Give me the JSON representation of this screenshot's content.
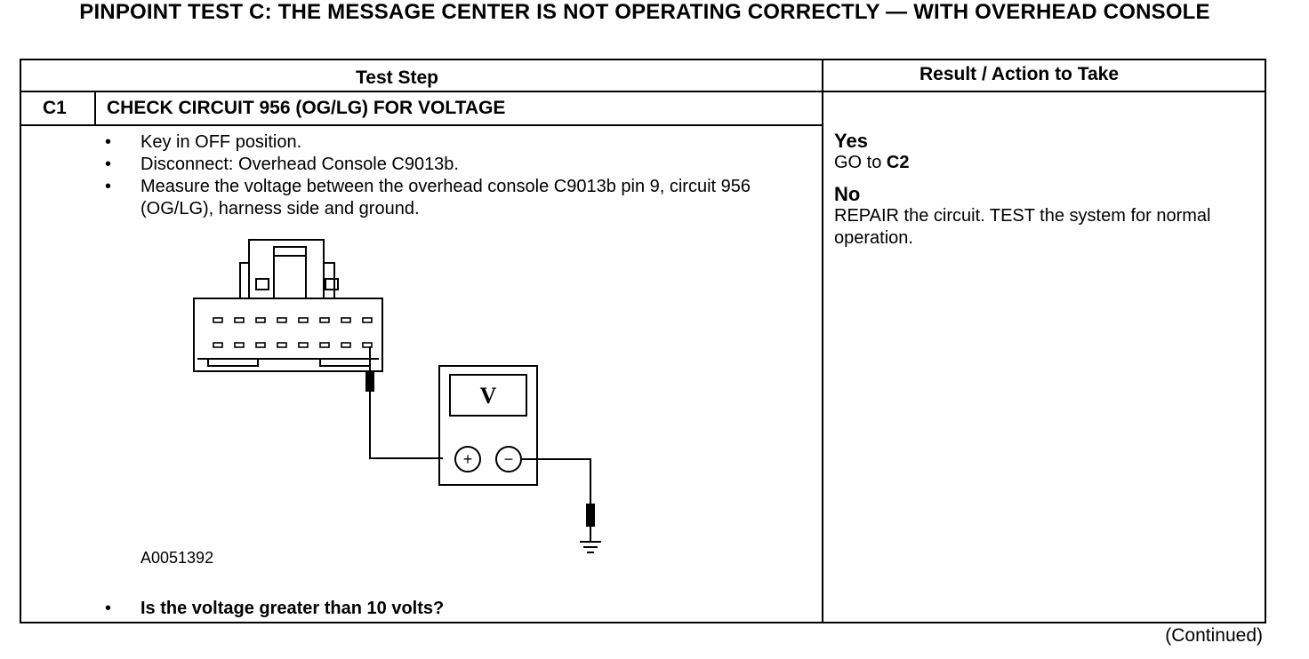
{
  "title": "PINPOINT TEST C: THE MESSAGE CENTER IS NOT OPERATING CORRECTLY — WITH OVERHEAD CONSOLE",
  "header": {
    "col1": "Test Step",
    "col2": "Result / Action to Take"
  },
  "step": {
    "id": "C1",
    "title": "CHECK CIRCUIT 956 (OG/LG) FOR VOLTAGE",
    "bullets": [
      "Key in OFF position.",
      "Disconnect: Overhead Console C9013b.",
      "Measure the voltage between the overhead console C9013b pin 9, circuit 956 (OG/LG), harness side and ground."
    ],
    "figure_code": "A0051392",
    "question": "Is the voltage greater than 10 volts?",
    "meter_symbol": "V",
    "plus_symbol": "+",
    "minus_symbol": "−"
  },
  "results": {
    "yes_label": "Yes",
    "yes_action_prefix": "GO to ",
    "yes_action_target": "C2",
    "no_label": "No",
    "no_action": "REPAIR the circuit. TEST the system for normal operation."
  },
  "footer": {
    "continued": "(Continued)"
  }
}
